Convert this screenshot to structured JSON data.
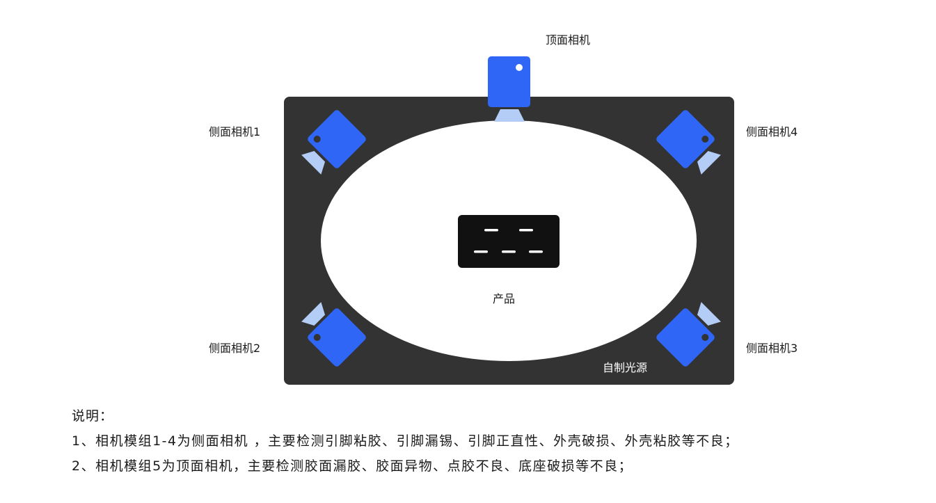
{
  "labels": {
    "top_camera": "顶面相机",
    "side_camera_1": "侧面相机1",
    "side_camera_2": "侧面相机2",
    "side_camera_3": "侧面相机3",
    "side_camera_4": "侧面相机4",
    "product": "产品",
    "light_source": "自制光源"
  },
  "notes": {
    "title": "说明：",
    "line1": "1、相机模组1-4为侧面相机 ，主要检测引脚粘胶、引脚漏锡、引脚正直性、外壳破损、外壳粘胶等不良；",
    "line2": "2、相机模组5为顶面相机，主要检测胶面漏胶、胶面异物、点胶不良、底座破损等不良；"
  },
  "colors": {
    "platform": "#333333",
    "ellipse": "#ffffff",
    "camera_body": "#2f66f5",
    "camera_lens": "#b4cdf6",
    "product": "#111111"
  }
}
